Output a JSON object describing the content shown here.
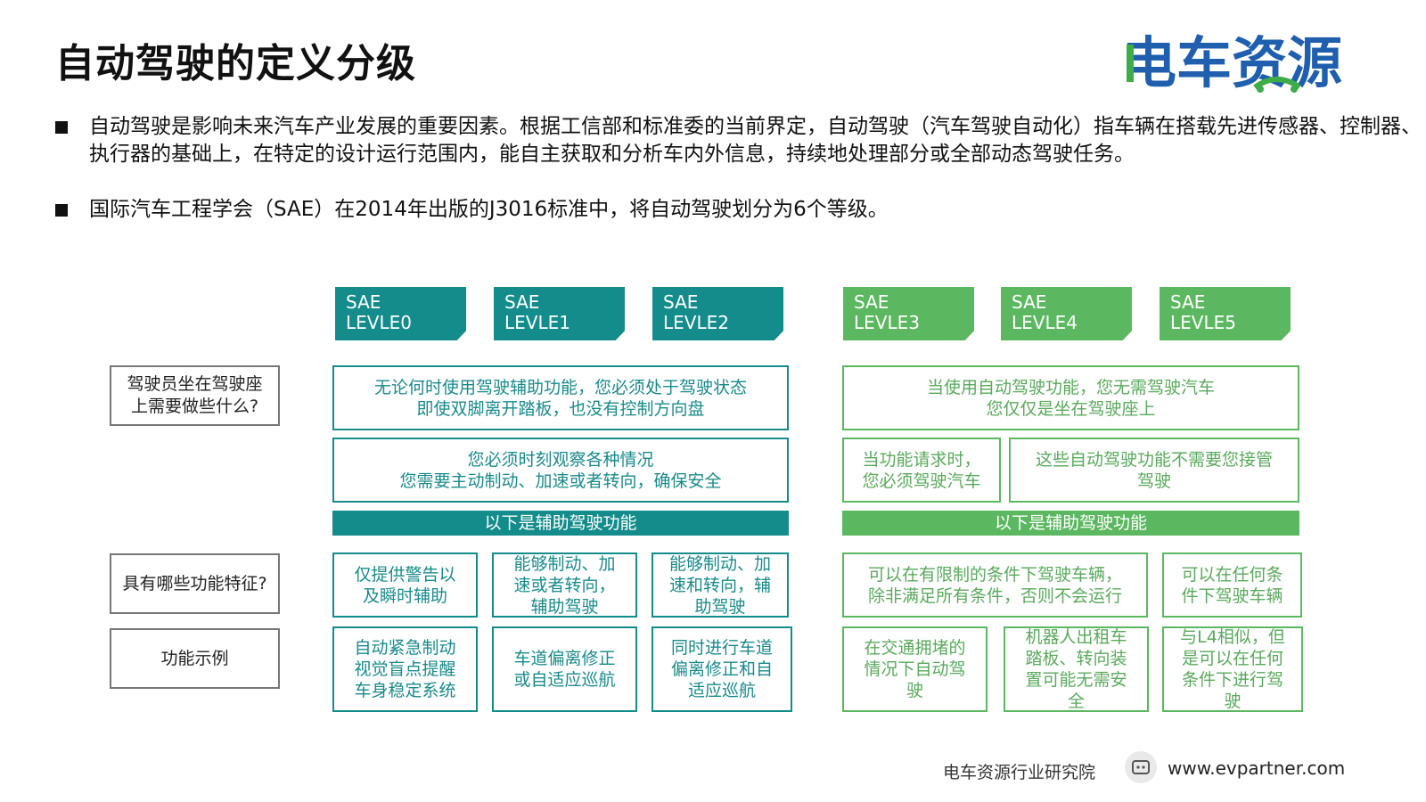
{
  "title": "自动驾驶的定义分级",
  "logo": {
    "text": "电车资源",
    "colors": {
      "blue": "#1f5fae",
      "green": "#3eac48"
    }
  },
  "bullets": [
    "自动驾驶是影响未来汽车产业发展的重要因素。根据工信部和标准委的当前界定，自动驾驶（汽车驾驶自动化）指车辆在搭载先进传感器、控制器、执行器的基础上，在特定的设计运行范围内，能自主获取和分析车内外信息，持续地处理部分或全部动态驾驶任务。",
    "国际汽车工程学会（SAE）在2014年出版的J3016标准中，将自动驾驶划分为6个等级。"
  ],
  "levels": [
    {
      "line1": "SAE",
      "line2": "LEVLE0"
    },
    {
      "line1": "SAE",
      "line2": "LEVLE1"
    },
    {
      "line1": "SAE",
      "line2": "LEVLE2"
    },
    {
      "line1": "SAE",
      "line2": "LEVLE3"
    },
    {
      "line1": "SAE",
      "line2": "LEVLE4"
    },
    {
      "line1": "SAE",
      "line2": "LEVLE5"
    }
  ],
  "questions": {
    "driver": "驾驶员坐在驾驶座\n上需要做些什么?",
    "features": "具有哪些功能特征?",
    "examples": "功能示例"
  },
  "left": {
    "driver_1": "无论何时使用驾驶辅助功能，您必须处于驾驶状态\n即使双脚离开踏板，也没有控制方向盘",
    "driver_2": "您必须时刻观察各种情况\n您需要主动制动、加速或者转向，确保安全",
    "bar": "以下是辅助驾驶功能",
    "features": [
      "仅提供警告以\n及瞬时辅助",
      "能够制动、加\n速或者转向，\n辅助驾驶",
      "能够制动、加\n速和转向，辅\n助驾驶"
    ],
    "examples": [
      "自动紧急制动\n视觉盲点提醒\n车身稳定系统",
      "车道偏离修正\n或自适应巡航",
      "同时进行车道\n偏离修正和自\n适应巡航"
    ]
  },
  "right": {
    "driver_1": "当使用自动驾驶功能，您无需驾驶汽车\n您仅仅是坐在驾驶座上",
    "driver_2a": "当功能请求时，\n您必须驾驶汽车",
    "driver_2b": "这些自动驾驶功能不需要您接管\n驾驶",
    "bar": "以下是辅助驾驶功能",
    "features": [
      "可以在有限制的条件下驾驶车辆，\n除非满足所有条件，否则不会运行",
      "可以在任何条\n件下驾驶车辆"
    ],
    "examples": [
      "在交通拥堵的\n情况下自动驾\n驶",
      "机器人出租车\n踏板、转向装\n置可能无需安\n全",
      "与L4相似，但\n是可以在任何\n条件下进行驾\n驶"
    ]
  },
  "footer": {
    "org": "电车资源行业研究院",
    "url": "www.evpartner.com"
  },
  "colors": {
    "teal": "#148c8c",
    "green": "#5cb860"
  }
}
